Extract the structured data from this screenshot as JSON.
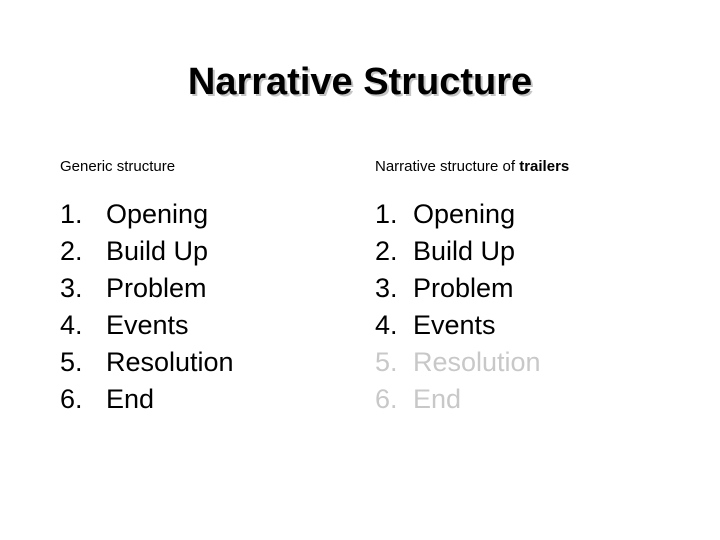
{
  "slide": {
    "title": "Narrative Structure",
    "background_color": "#ffffff",
    "text_color": "#000000",
    "dimmed_color": "#c8c8c8",
    "shadow_color": "#969696"
  },
  "columns": {
    "left": {
      "header": "Generic structure",
      "items": [
        {
          "number": "1.",
          "label": "Opening",
          "dimmed": false
        },
        {
          "number": "2.",
          "label": "Build Up",
          "dimmed": false
        },
        {
          "number": "3.",
          "label": "Problem",
          "dimmed": false
        },
        {
          "number": "4.",
          "label": "Events",
          "dimmed": false
        },
        {
          "number": "5.",
          "label": "Resolution",
          "dimmed": false
        },
        {
          "number": "6.",
          "label": "End",
          "dimmed": false
        }
      ]
    },
    "right": {
      "header_regular": "Narrative structure of ",
      "header_bold": "trailers",
      "items": [
        {
          "number": "1.",
          "label": "Opening",
          "dimmed": false
        },
        {
          "number": "2.",
          "label": "Build Up",
          "dimmed": false
        },
        {
          "number": "3.",
          "label": "Problem",
          "dimmed": false
        },
        {
          "number": "4.",
          "label": "Events",
          "dimmed": false
        },
        {
          "number": "5.",
          "label": "Resolution",
          "dimmed": true
        },
        {
          "number": "6.",
          "label": "End",
          "dimmed": true
        }
      ]
    }
  }
}
